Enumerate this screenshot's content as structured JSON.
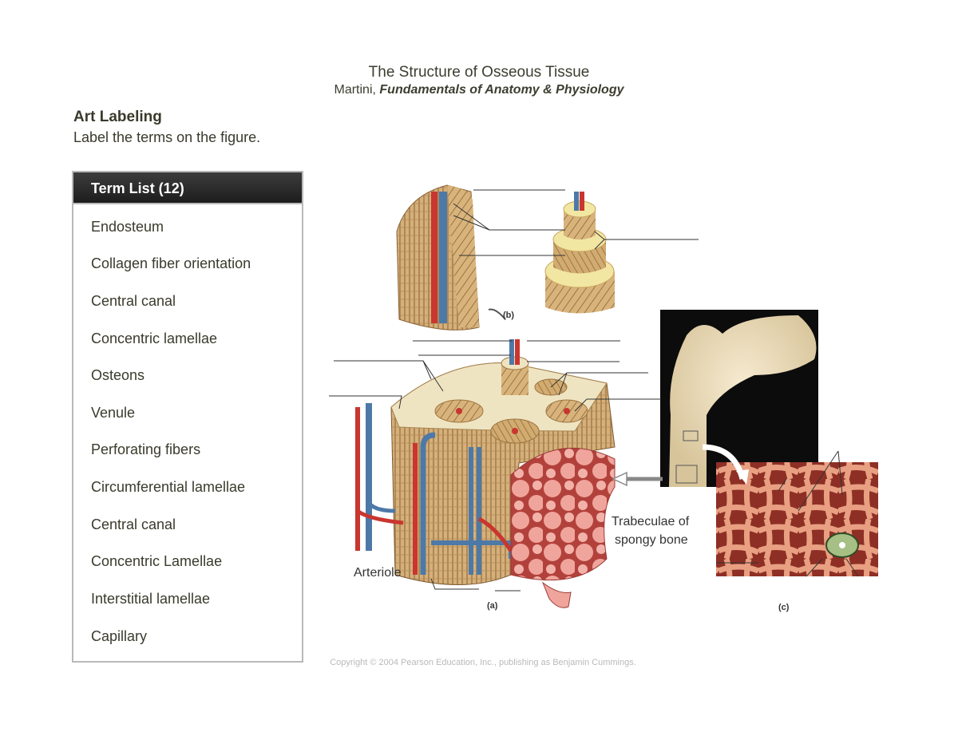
{
  "header": {
    "title": "The Structure of Osseous Tissue",
    "author": "Martini,",
    "book": "Fundamentals of Anatomy & Physiology"
  },
  "activity": {
    "heading": "Art Labeling",
    "instructions": "Label the terms on the figure."
  },
  "term_list": {
    "title": "Term List (12)",
    "items": [
      "Endosteum",
      "Collagen fiber orientation",
      "Central canal",
      "Concentric lamellae",
      "Osteons",
      "Venule",
      "Perforating fibers",
      "Circumferential lamellae",
      "Central canal",
      "Concentric Lamellae",
      "Interstitial lamellae",
      "Capillary"
    ]
  },
  "figure": {
    "label_b": "(b)",
    "label_a": "(a)",
    "label_c": "(c)",
    "arteriole": "Arteriole",
    "trabeculae_line1": "Trabeculae of",
    "trabeculae_line2": "spongy bone"
  },
  "footer": {
    "copyright": "Copyright © 2004 Pearson Education, Inc., publishing as Benjamin Cummings."
  },
  "colors": {
    "bone": "#d7b27a",
    "spongy": "#e98f87",
    "artery": "#c9362f",
    "vein": "#4d79a8",
    "photo_bg": "#0c0c0c"
  }
}
